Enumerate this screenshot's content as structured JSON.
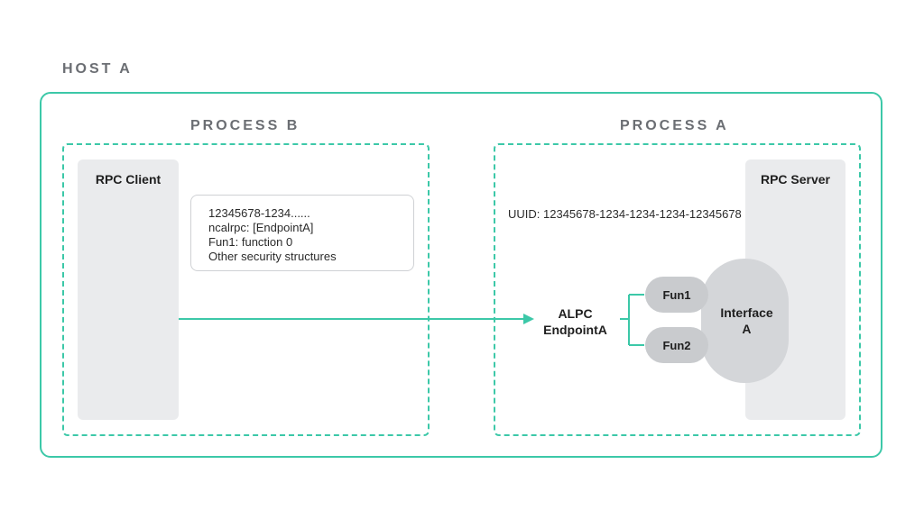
{
  "host": {
    "title": "HOST A"
  },
  "process_b": {
    "title": "PROCESS B",
    "client_label": "RPC Client",
    "info_lines": [
      "12345678-1234......",
      "ncalrpc: [EndpointA]",
      "Fun1: function 0",
      "Other security structures"
    ]
  },
  "process_a": {
    "title": "PROCESS A",
    "server_label": "RPC Server",
    "uuid_text": "UUID: 12345678-1234-1234-1234-12345678",
    "endpoint_line1": "ALPC",
    "endpoint_line2": "EndpointA",
    "fun1": "Fun1",
    "fun2": "Fun2",
    "interface_line1": "Interface",
    "interface_line2": "A"
  },
  "colors": {
    "accent": "#3cc8a8",
    "panel": "#eaebed",
    "muted_title": "#6b6e73"
  }
}
